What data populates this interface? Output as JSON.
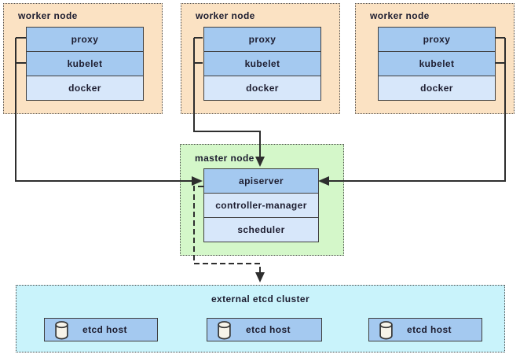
{
  "worker_nodes": [
    {
      "title": "worker node",
      "components": [
        "proxy",
        "kubelet",
        "docker"
      ]
    },
    {
      "title": "worker node",
      "components": [
        "proxy",
        "kubelet",
        "docker"
      ]
    },
    {
      "title": "worker node",
      "components": [
        "proxy",
        "kubelet",
        "docker"
      ]
    }
  ],
  "master_node": {
    "title": "master node",
    "components": [
      "apiserver",
      "controller-manager",
      "scheduler"
    ]
  },
  "etcd_cluster": {
    "title": "external etcd cluster",
    "hosts": [
      {
        "icon": "database-cylinder-icon",
        "label": "etcd host"
      },
      {
        "icon": "database-cylinder-icon",
        "label": "etcd host"
      },
      {
        "icon": "database-cylinder-icon",
        "label": "etcd host"
      }
    ]
  },
  "connections": [
    {
      "from": "worker-node-1 proxy/kubelet",
      "to": "apiserver left",
      "style": "solid-arrow"
    },
    {
      "from": "worker-node-2 proxy/kubelet",
      "to": "apiserver top",
      "style": "solid-arrow"
    },
    {
      "from": "worker-node-3 proxy/kubelet",
      "to": "apiserver right",
      "style": "solid-arrow"
    },
    {
      "from": "apiserver",
      "to": "external etcd cluster",
      "style": "dashed-arrow"
    }
  ],
  "colors": {
    "worker_bg": "#FBE2C3",
    "master_bg": "#D4F7C9",
    "etcd_bg": "#C9F3FB",
    "component_primary": "#A4C9F0",
    "component_secondary": "#D7E7FA",
    "box_border": "#3F3F3F",
    "connector": "#2E2E2E"
  }
}
